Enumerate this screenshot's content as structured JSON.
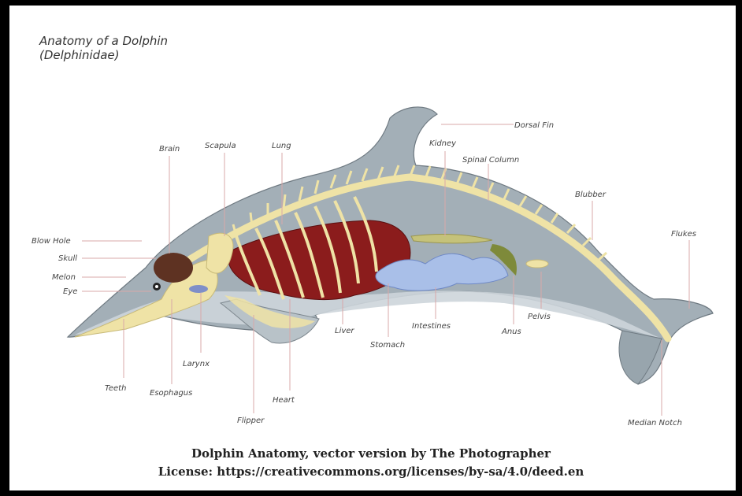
{
  "title": {
    "line1": "Anatomy of a Dolphin",
    "line2": "(Delphinidae)"
  },
  "labels": {
    "dorsal_fin": "Dorsal Fin",
    "kidney": "Kidney",
    "spinal_column": "Spinal Column",
    "brain": "Brain",
    "scapula": "Scapula",
    "lung": "Lung",
    "blubber": "Blubber",
    "flukes": "Flukes",
    "blow_hole": "Blow Hole",
    "skull": "Skull",
    "melon": "Melon",
    "eye": "Eye",
    "liver": "Liver",
    "intestines": "Intestines",
    "anus": "Anus",
    "pelvis": "Pelvis",
    "stomach": "Stomach",
    "larynx": "Larynx",
    "teeth": "Teeth",
    "esophagus": "Esophagus",
    "heart": "Heart",
    "flipper": "Flipper",
    "median_notch": "Median Notch"
  },
  "credit": {
    "line1": "Dolphin Anatomy, vector version by The Photographer",
    "line2": "License: https://creativecommons.org/licenses/by-sa/4.0/deed.en"
  },
  "colors": {
    "body": "#a3afb7",
    "belly": "#cdd5da",
    "bone": "#efe3a6",
    "lung": "#8b1c1c",
    "brain": "#5e3222",
    "intestine": "#a9bfe8",
    "leader_line": "#d9a8a8"
  }
}
